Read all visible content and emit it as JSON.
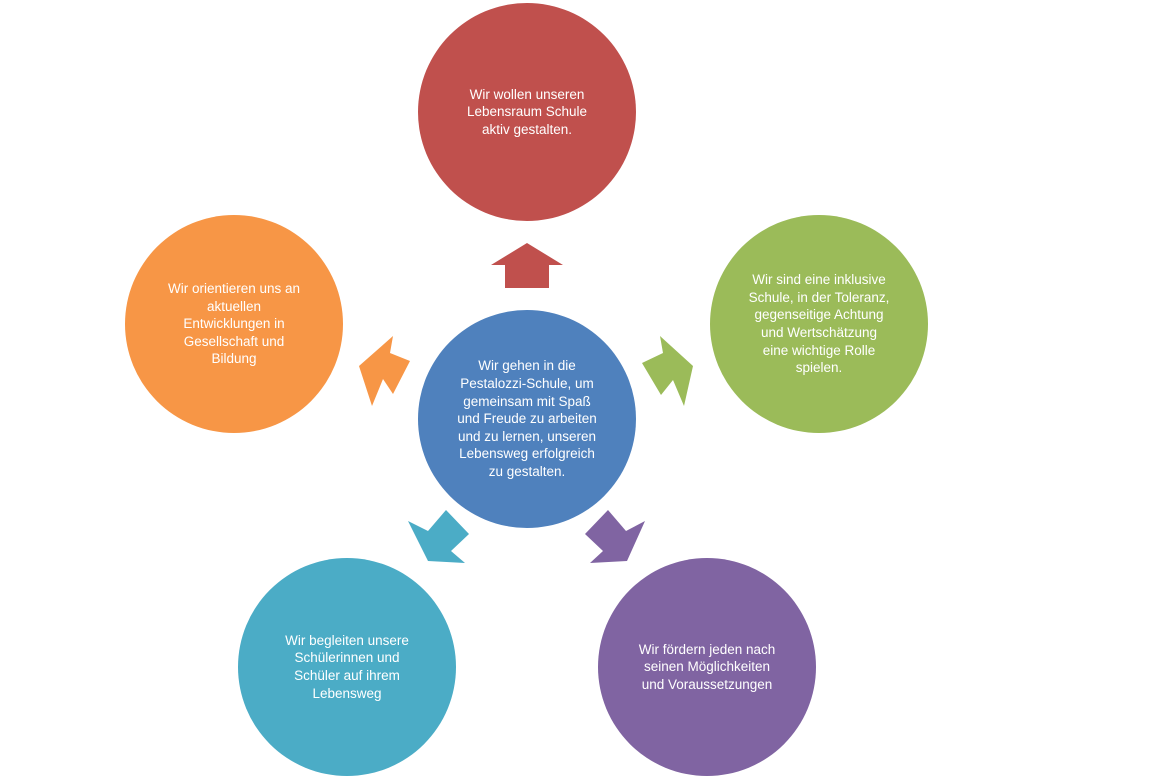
{
  "colors": {
    "center": "#4f81bd",
    "top": "#c0504d",
    "right": "#9bbb59",
    "bottom_right": "#8064a2",
    "bottom_left": "#4bacc6",
    "left": "#f79646"
  },
  "nodes": {
    "center": {
      "text": "Wir gehen in die\nPestalozzi-Schule, um\ngemeinsam mit Spaß\nund Freude zu arbeiten\nund zu lernen, unseren\nLebensweg erfolgreich\nzu gestalten."
    },
    "top": {
      "text": "Wir wollen unseren\nLebensraum Schule\naktiv gestalten."
    },
    "right": {
      "text": "Wir sind eine inklusive\nSchule, in der Toleranz,\ngegenseitige Achtung\nund Wertschätzung\neine wichtige Rolle\nspielen."
    },
    "bottom_right": {
      "text": "Wir fördern jeden nach\nseinen Möglichkeiten\nund Voraussetzungen"
    },
    "bottom_left": {
      "text": "Wir begleiten unsere\nSchülerinnen und\nSchüler auf ihrem\nLebensweg"
    },
    "left": {
      "text": "Wir orientieren uns an\naktuellen\nEntwicklungen in\nGesellschaft und\nBildung"
    }
  },
  "arrows": [
    {
      "direction": "up",
      "color_key": "top"
    },
    {
      "direction": "up-right",
      "color_key": "right"
    },
    {
      "direction": "down-right",
      "color_key": "bottom_right"
    },
    {
      "direction": "down-left",
      "color_key": "bottom_left"
    },
    {
      "direction": "up-left",
      "color_key": "left"
    }
  ]
}
